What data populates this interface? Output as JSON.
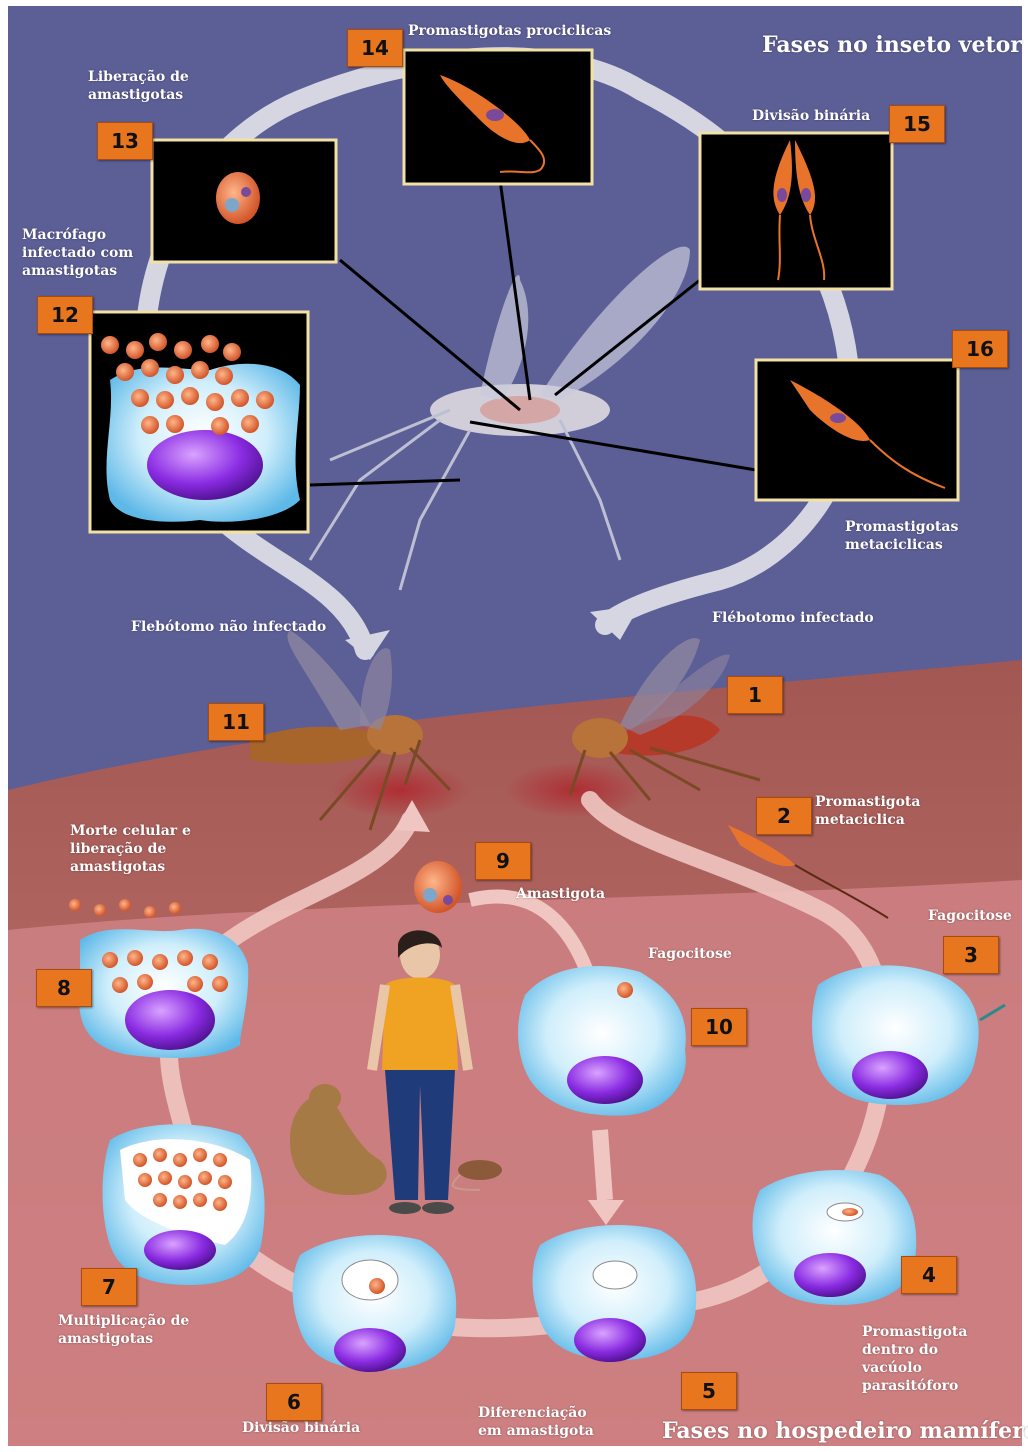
{
  "insect_title": "Fases no inseto vetor",
  "host_title": "Fases no hospedeiro mamífero",
  "stages": [
    {
      "num": "1",
      "label": ""
    },
    {
      "num": "2",
      "label": "Promastigota metaciclica"
    },
    {
      "num": "3",
      "label": "Fagocitose"
    },
    {
      "num": "4",
      "label": "Promastigota dentro do vacúolo parasitóforo"
    },
    {
      "num": "5",
      "label": "Diferenciação em amastigota"
    },
    {
      "num": "6",
      "label": "Divisão binária"
    },
    {
      "num": "7",
      "label": "Multiplicação de amastigotas"
    },
    {
      "num": "8",
      "label": "Morte celular e liberação de amastigotas"
    },
    {
      "num": "9",
      "label": "Amastigota"
    },
    {
      "num": "10",
      "label": "Fagocitose"
    },
    {
      "num": "11",
      "label": ""
    },
    {
      "num": "12",
      "label": "Macrófago infectado com amastigotas"
    },
    {
      "num": "13",
      "label": "Liberação de amastigotas"
    },
    {
      "num": "14",
      "label": "Promastigotas prociclicas"
    },
    {
      "num": "15",
      "label": "Divisão binária"
    },
    {
      "num": "16",
      "label": "Promastigotas metaciclicas"
    }
  ],
  "sandflies": {
    "uninfected": "Flebótomo não infectado",
    "infected": "Flébotomo infectado"
  },
  "colors": {
    "insect_bg": "#5c5e96",
    "skin": "#a8605c",
    "host_bg": "#cd7f82",
    "badge": "#e8761f",
    "cell": "#d6f0fb",
    "nucleus": "#8a2be2",
    "parasite": "#e8742b"
  }
}
